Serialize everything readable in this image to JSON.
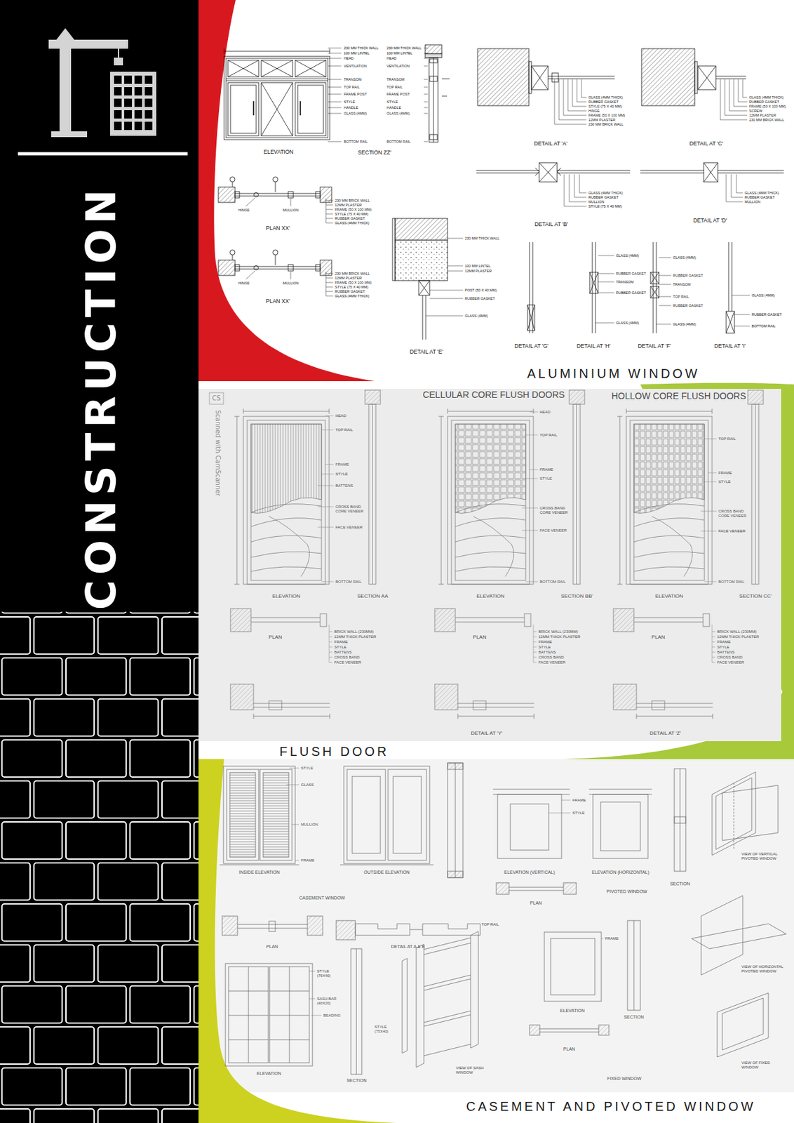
{
  "diagram": {
    "title": "CONSTRUCTION",
    "labels": [
      "ELEVATION",
      "SECTION ZZ'",
      "230 MM THICK WALL",
      "100 MM LINTEL",
      "HEAD",
      "VENTILATION",
      "TRANSOM",
      "TOP RAIL",
      "FRAME POST",
      "STYLE",
      "HANDLE",
      "GLASS (4MM)",
      "BOTTOM RAIL",
      "230 MM THICK WALL",
      "100 MM LINTEL",
      "HEAD",
      "VENTILATION",
      "TRANSOM",
      "TOP RAIL",
      "FRAME POST",
      "STYLE",
      "HANDLE",
      "GLASS (4MM)",
      "BOTTOM RAIL",
      "PLAN XX'",
      "HINGE",
      "MULLION",
      "230 MM BRICK WALL",
      "12MM PLASTER",
      "FRAME (50 X 100 MM)",
      "STYLE (75 X 40 MM)",
      "RUBBER GASKET",
      "GLASS (4MM THICK)",
      "PLAN XX'",
      "HINGE",
      "MULLION",
      "230 MM BRICK WALL",
      "12MM PLASTER",
      "FRAME (50 X 100 MM)",
      "STYLE (75 X 40 MM)",
      "RUBBER GASKET",
      "GLASS (4MM THICK)",
      "DETAIL AT 'A'",
      "GLASS (4MM THICK)",
      "RUBBER GASKET",
      "STYLE (75 X 40 MM)",
      "HINGE",
      "FRAME (50 X 100 MM)",
      "12MM PLASTER",
      "230 MM BRICK WALL",
      "DETAIL AT 'C'",
      "GLASS (4MM THICK)",
      "RUBBER GASKET",
      "FRAME (50 X 100 MM)",
      "SCREW",
      "12MM PLASTER",
      "230 MM BRICK WALL",
      "DETAIL AT 'B'",
      "GLASS (4MM THICK)",
      "RUBBER GASKET",
      "MULLION",
      "STYLE (75 X 40 MM)",
      "DETAIL AT 'D'",
      "GLASS (4MM THICK)",
      "RUBBER GASKET",
      "MULLION",
      "DETAIL AT 'E'",
      "230 MM THICK WALL",
      "100 MM LINTEL",
      "12MM PLASTER",
      "POST (50 X 40 MM)",
      "RUBBER GASKET",
      "GLASS (4MM)",
      "DETAIL AT 'G'",
      "DETAIL AT 'H'",
      "DETAIL AT 'F'",
      "DETAIL AT 'I'",
      "GLASS (4MM)",
      "RUBBER GASKET",
      "TRANSOM",
      "RUBBER GASKET",
      "GLASS (4MM)",
      "GLASS (4MM)",
      "RUBBER GASKET",
      "TRANSOM",
      "TOP RAIL",
      "RUBBER GASKET",
      "GLASS (4MM)",
      "GLASS (4MM)",
      "RUBBER GASKET",
      "BOTTOM RAIL",
      "ALUMINIUM WINDOW",
      "CS",
      "Scanned with CamScanner",
      "CELLULAR CORE FLUSH DOORS",
      "HOLLOW CORE FLUSH DOORS",
      "ELEVATION",
      "SECTION AA",
      "ELEVATION",
      "SECTION BB'",
      "ELEVATION",
      "SECTION CC'",
      "PLAN",
      "PLAN",
      "PLAN",
      "DETAIL AT 'Y'",
      "DETAIL AT 'Z'",
      "HEAD",
      "TOP RAIL",
      "FRAME",
      "STYLE",
      "BATTENS",
      "CROSS BAND CORE VENEER",
      "FACE VENEER",
      "BOTTOM RAIL",
      "HEAD",
      "TOP RAIL",
      "FRAME",
      "STYLE",
      "CROSS BAND CORE VENEER",
      "FACE VENEER",
      "BOTTOM RAIL",
      "TOP RAIL",
      "FRAME",
      "STYLE",
      "CROSS BAND CORE VENEER",
      "FACE VENEER",
      "BOTTOM RAIL",
      "BRICK WALL (230MM)",
      "12MM THICK PLASTER",
      "FRAME",
      "STYLE",
      "BATTENS",
      "CROSS BAND",
      "FACE VENEER",
      "BRICK WALL (230MM)",
      "12MM THICK PLASTER",
      "FRAME",
      "STYLE",
      "BATTENS",
      "CROSS BAND",
      "FACE VENEER",
      "BRICK WALL (230MM)",
      "12MM THICK PLASTER",
      "FRAME",
      "STYLE",
      "BATTENS",
      "CROSS BAND",
      "FACE VENEER",
      "FLUSH DOOR",
      "INSIDE ELEVATION",
      "OUTSIDE ELEVATION",
      "CASEMENT WINDOW",
      "PLAN",
      "DETAIL AT A & B",
      "ELEVATION (VERTICAL)",
      "ELEVATION (HORIZONTAL)",
      "PIVOTED WINDOW",
      "PLAN",
      "SECTION",
      "VIEW OF VERTICAL PIVOTED WINDOW",
      "VIEW OF HORIZONTAL PIVOTED WINDOW",
      "ELEVATION",
      "SECTION",
      "PLAN",
      "FIXED WINDOW",
      "VIEW OF FIXED WINDOW",
      "ELEVATION",
      "SECTION",
      "VIEW OF SASH WINDOW",
      "STYLE",
      "GLASS",
      "MULLION",
      "FRAME",
      "FRAME",
      "STYLE",
      "STYLE (75X40)",
      "SASH BAR (40X20)",
      "BEADING",
      "TOP RAIL",
      "STYLE (75X40)",
      "FRAME",
      "CASEMENT AND PIVOTED WINDOW"
    ]
  }
}
